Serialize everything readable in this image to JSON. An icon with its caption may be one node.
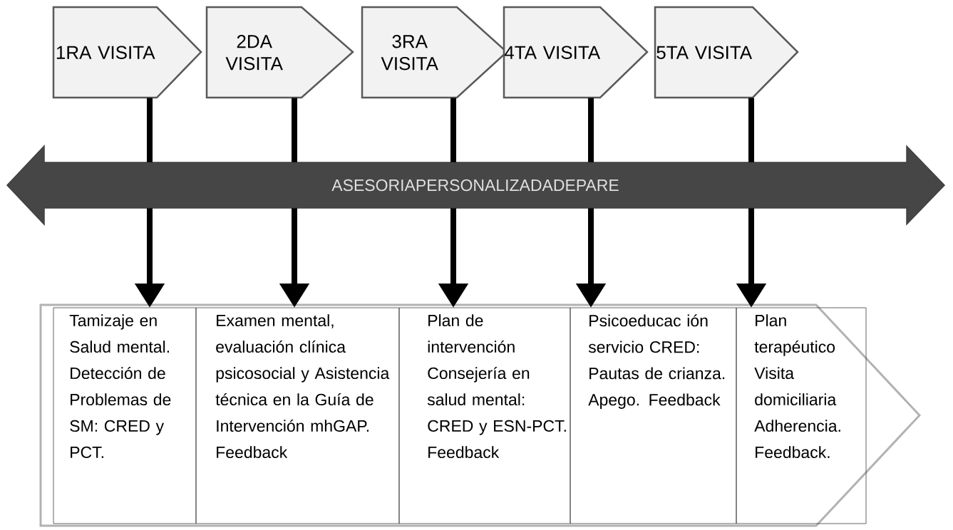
{
  "diagram": {
    "nodes": [
      {
        "text": [
          "1RA VISITA"
        ]
      },
      {
        "text": [
          "2DA VISITA"
        ]
      },
      {
        "text": [
          "3RA VISITA"
        ]
      },
      {
        "text": [
          "4TA VISITA"
        ]
      },
      {
        "text": [
          "5TA VISITA"
        ]
      },
      {
        "text": [
          "ASESORIAPERSONALIZADADEPARE"
        ]
      },
      {
        "text": [],
        "shape": "arrow"
      },
      {
        "text": [
          "Tamizaje en Salud mental. Detección de Problemas de SM: CRED y PCT."
        ],
        "in": 6
      },
      {
        "text": [
          "Examen mental, evaluación clínica psicosocial y Asistencia técnica en la Guía de Intervención mhGAP. Feedback"
        ],
        "in": 6
      },
      {
        "text": [
          "Plan de intervención Consejería en salud mental: CRED y ESN-PCT. Feedback"
        ],
        "in": 6
      },
      {
        "text": [
          "Psicoeducac ión servicio CRED: Pautas de crianza. Apego. Feedback"
        ],
        "in": 6
      },
      {
        "text": [
          "Plan terapéutico Visita domiciliaria Adherencia. Feedback."
        ],
        "in": 6
      }
    ],
    "edges": [
      {
        "from": 0,
        "to": 5,
        "arrow": "none"
      },
      {
        "from": 5,
        "to": 7,
        "arrow": "to"
      },
      {
        "from": 1,
        "to": 5,
        "arrow": "none"
      },
      {
        "from": 5,
        "to": 8,
        "arrow": "to"
      },
      {
        "from": 2,
        "to": 5,
        "arrow": "none"
      },
      {
        "from": 5,
        "to": 9,
        "arrow": "to"
      },
      {
        "from": 3,
        "to": 5,
        "arrow": "none"
      },
      {
        "from": 5,
        "to": 10,
        "arrow": "to"
      },
      {
        "from": 4,
        "to": 5,
        "arrow": "none"
      },
      {
        "from": 5,
        "to": 11,
        "arrow": "to"
      }
    ]
  }
}
